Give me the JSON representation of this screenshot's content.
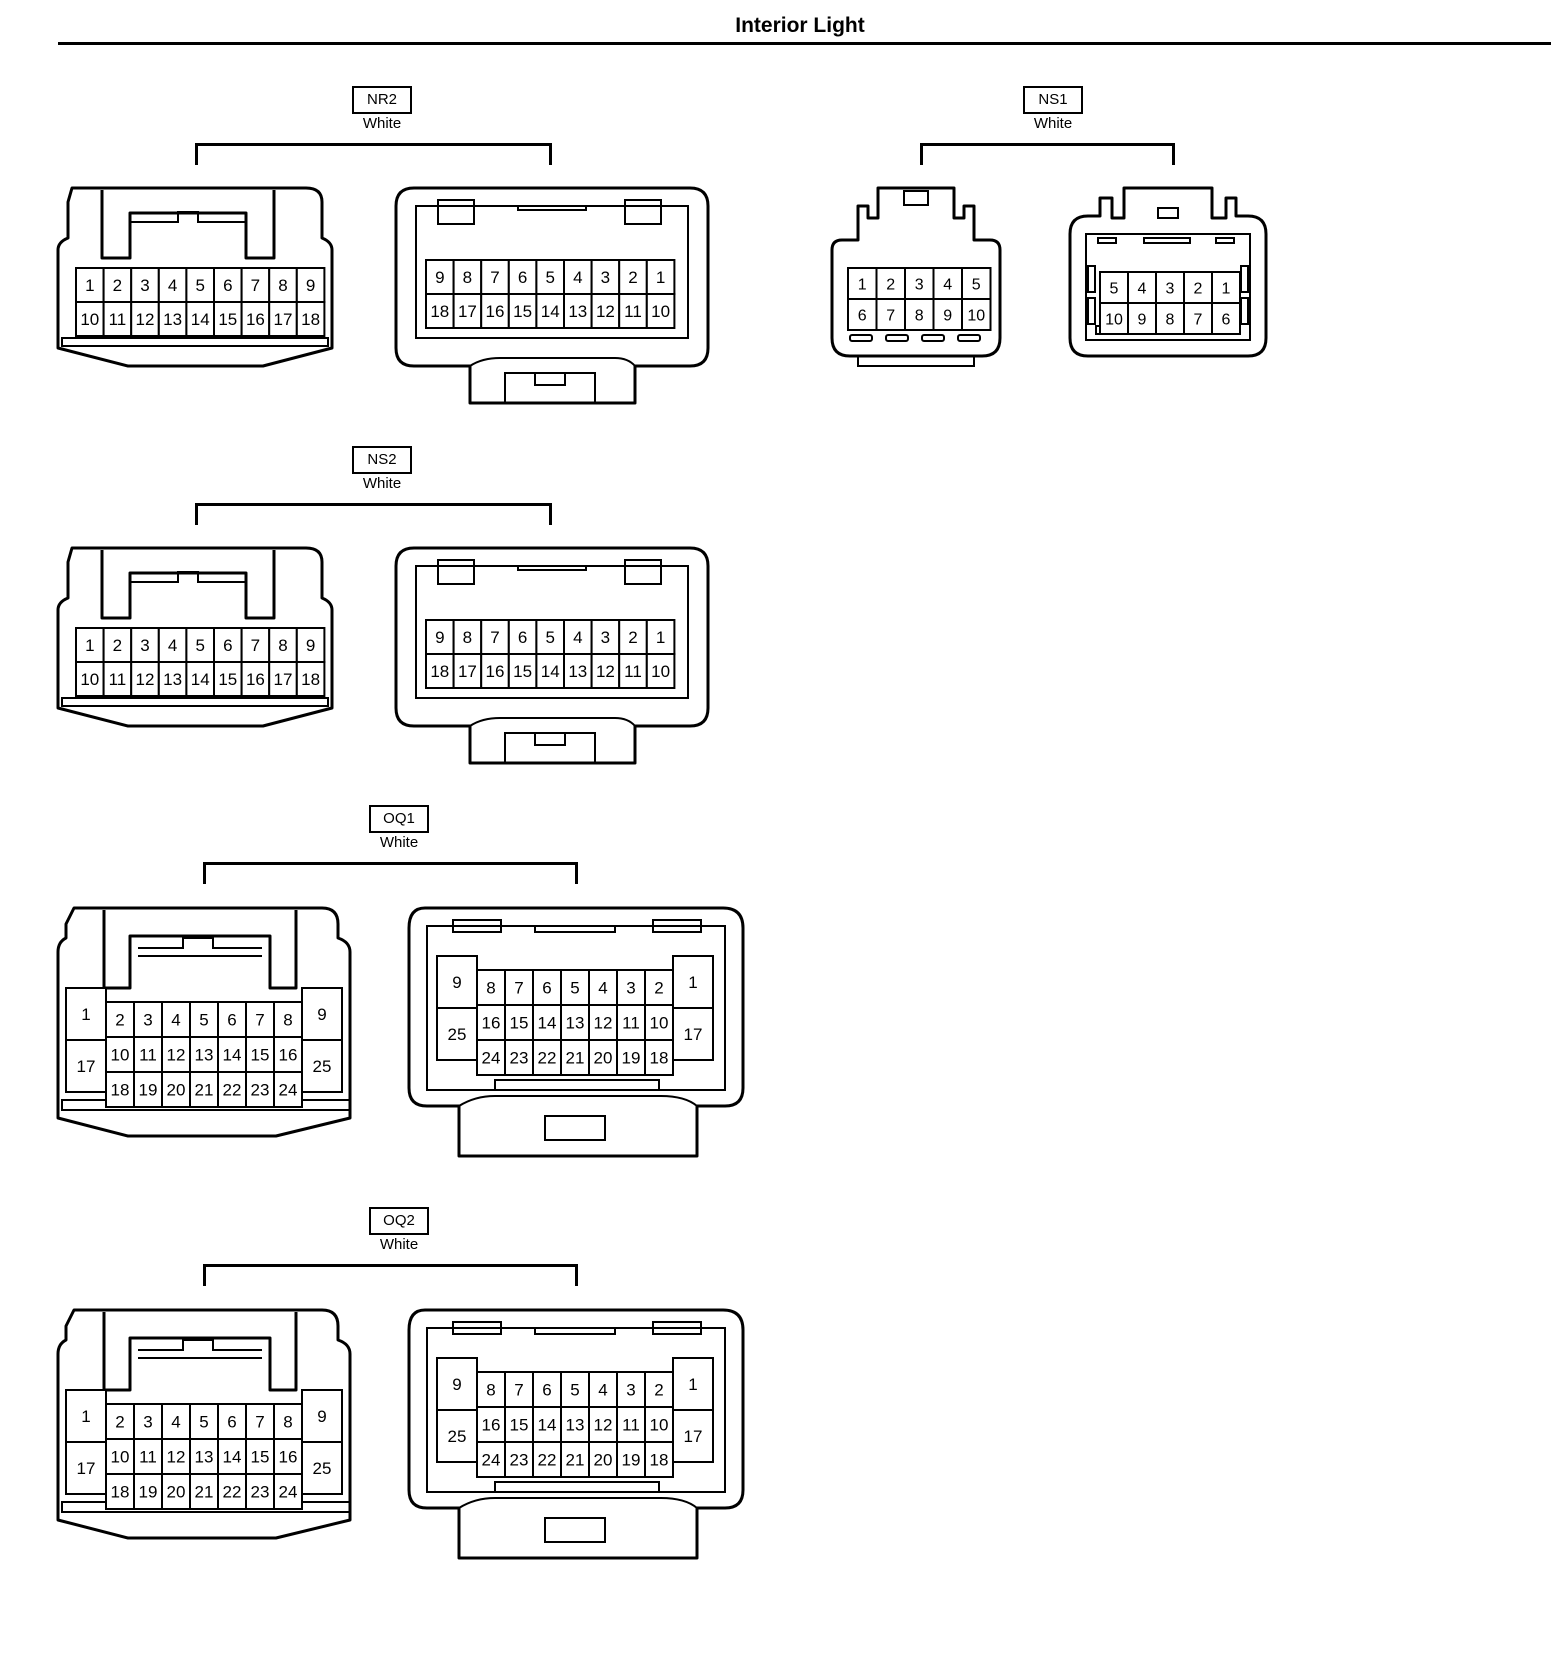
{
  "title": "Interior Light",
  "connectors": [
    {
      "code": "NR2",
      "color": "White",
      "style": "std18",
      "male": [
        [
          "1",
          "2",
          "3",
          "4",
          "5",
          "6",
          "7",
          "8",
          "9"
        ],
        [
          "10",
          "11",
          "12",
          "13",
          "14",
          "15",
          "16",
          "17",
          "18"
        ]
      ],
      "female": [
        [
          "9",
          "8",
          "7",
          "6",
          "5",
          "4",
          "3",
          "2",
          "1"
        ],
        [
          "18",
          "17",
          "16",
          "15",
          "14",
          "13",
          "12",
          "11",
          "10"
        ]
      ]
    },
    {
      "code": "NS1",
      "color": "White",
      "style": "small10",
      "male": [
        [
          "1",
          "2",
          "3",
          "4",
          "5"
        ],
        [
          "6",
          "7",
          "8",
          "9",
          "10"
        ]
      ],
      "female": [
        [
          "5",
          "4",
          "3",
          "2",
          "1"
        ],
        [
          "10",
          "9",
          "8",
          "7",
          "6"
        ]
      ]
    },
    {
      "code": "NS2",
      "color": "White",
      "style": "std18",
      "male": [
        [
          "1",
          "2",
          "3",
          "4",
          "5",
          "6",
          "7",
          "8",
          "9"
        ],
        [
          "10",
          "11",
          "12",
          "13",
          "14",
          "15",
          "16",
          "17",
          "18"
        ]
      ],
      "female": [
        [
          "9",
          "8",
          "7",
          "6",
          "5",
          "4",
          "3",
          "2",
          "1"
        ],
        [
          "18",
          "17",
          "16",
          "15",
          "14",
          "13",
          "12",
          "11",
          "10"
        ]
      ]
    },
    {
      "code": "OQ1",
      "color": "White",
      "style": "large25",
      "male": {
        "left": [
          "1",
          "17"
        ],
        "right": [
          "9",
          "25"
        ],
        "rows": [
          [
            "2",
            "3",
            "4",
            "5",
            "6",
            "7",
            "8"
          ],
          [
            "10",
            "11",
            "12",
            "13",
            "14",
            "15",
            "16"
          ],
          [
            "18",
            "19",
            "20",
            "21",
            "22",
            "23",
            "24"
          ]
        ]
      },
      "female": {
        "left": [
          "9",
          "25"
        ],
        "right": [
          "1",
          "17"
        ],
        "rows": [
          [
            "8",
            "7",
            "6",
            "5",
            "4",
            "3",
            "2"
          ],
          [
            "16",
            "15",
            "14",
            "13",
            "12",
            "11",
            "10"
          ],
          [
            "24",
            "23",
            "22",
            "21",
            "20",
            "19",
            "18"
          ]
        ]
      }
    },
    {
      "code": "OQ2",
      "color": "White",
      "style": "large25",
      "male": {
        "left": [
          "1",
          "17"
        ],
        "right": [
          "9",
          "25"
        ],
        "rows": [
          [
            "2",
            "3",
            "4",
            "5",
            "6",
            "7",
            "8"
          ],
          [
            "10",
            "11",
            "12",
            "13",
            "14",
            "15",
            "16"
          ],
          [
            "18",
            "19",
            "20",
            "21",
            "22",
            "23",
            "24"
          ]
        ]
      },
      "female": {
        "left": [
          "9",
          "25"
        ],
        "right": [
          "1",
          "17"
        ],
        "rows": [
          [
            "8",
            "7",
            "6",
            "5",
            "4",
            "3",
            "2"
          ],
          [
            "16",
            "15",
            "14",
            "13",
            "12",
            "11",
            "10"
          ],
          [
            "24",
            "23",
            "22",
            "21",
            "20",
            "19",
            "18"
          ]
        ]
      }
    }
  ]
}
